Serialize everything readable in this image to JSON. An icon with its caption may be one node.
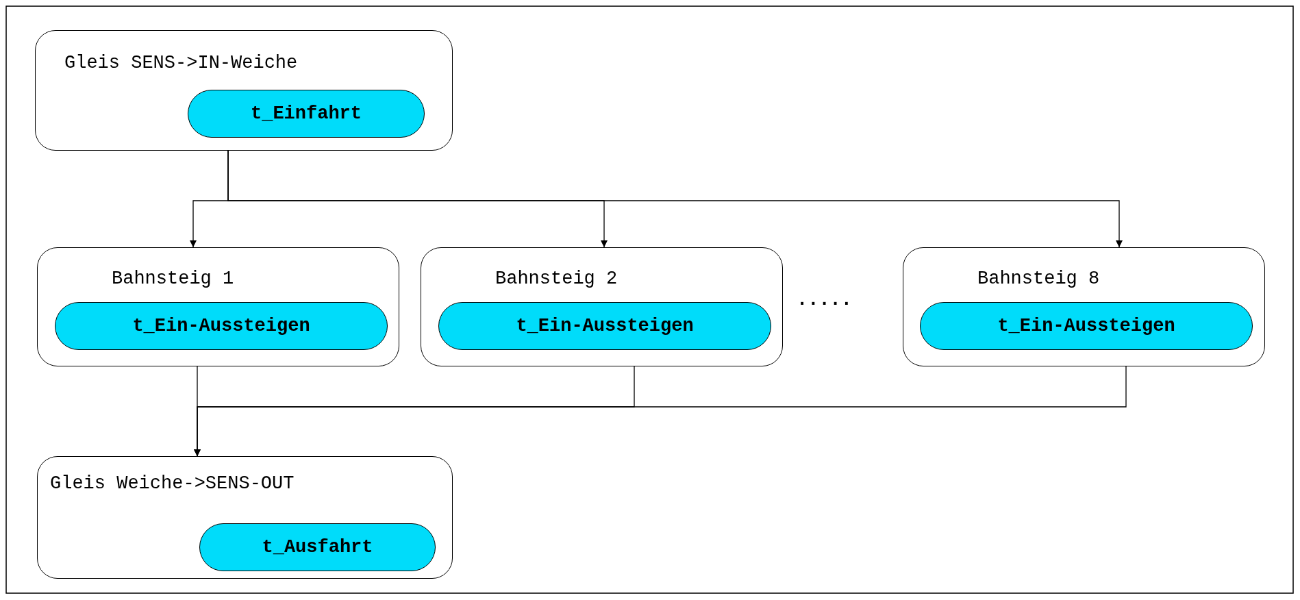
{
  "diagram": {
    "nodes": [
      {
        "text": [
          "Gleis SENS->IN-Weiche"
        ]
      },
      {
        "text": [
          "t_Einfahrt"
        ],
        "in": 0
      },
      {
        "text": [
          "Bahnsteig 1"
        ]
      },
      {
        "text": [
          "t_Ein-Aussteigen"
        ],
        "in": 2
      },
      {
        "text": [
          "Bahnsteig 2"
        ]
      },
      {
        "text": [
          "t_Ein-Aussteigen"
        ],
        "in": 4
      },
      {
        "text": [
          "Bahnsteig 8"
        ]
      },
      {
        "text": [
          "t_Ein-Aussteigen"
        ],
        "in": 6
      },
      {
        "text": [
          "Gleis Weiche->SENS-OUT"
        ]
      },
      {
        "text": [
          "t_Ausfahrt"
        ],
        "in": 8
      }
    ],
    "edges": [
      {
        "from": 0,
        "to": 2,
        "arrow": "to"
      },
      {
        "from": 0,
        "to": 4,
        "arrow": "to"
      },
      {
        "from": 0,
        "to": 6,
        "arrow": "to"
      },
      {
        "from": 2,
        "to": 8,
        "arrow": "to"
      },
      {
        "from": 4,
        "to": 8,
        "arrow": "to"
      },
      {
        "from": 6,
        "to": 8,
        "arrow": "to"
      }
    ],
    "labels": [
      "....."
    ]
  }
}
